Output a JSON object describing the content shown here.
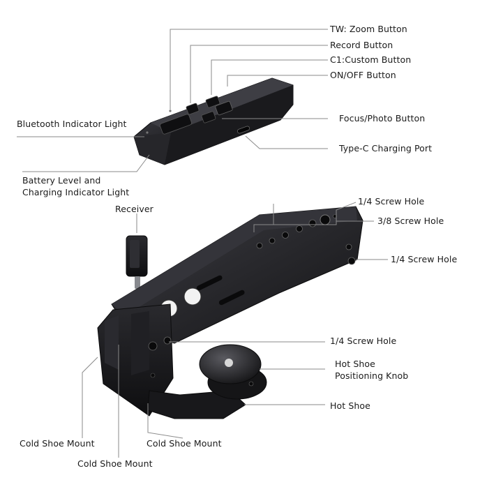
{
  "labels": {
    "tw_zoom": "TW: Zoom Button",
    "record": "Record Button",
    "c1_custom": "C1:Custom Button",
    "on_off": "ON/OFF Button",
    "bluetooth_light": "Bluetooth Indicator Light",
    "focus_photo": "Focus/Photo Button",
    "type_c": "Type-C Charging Port",
    "battery_line1": "Battery Level and",
    "battery_line2": "Charging Indicator Light",
    "receiver": "Receiver",
    "screw_quarter_top": "1/4 Screw Hole",
    "screw_three_eighths": "3/8 Screw Hole",
    "screw_quarter_side": "1/4 Screw Hole",
    "screw_quarter_lower": "1/4 Screw Hole",
    "hot_shoe_knob_line1": "Hot Shoe",
    "hot_shoe_knob_line2": "Positioning Knob",
    "hot_shoe": "Hot Shoe",
    "cold_shoe_left": "Cold Shoe Mount",
    "cold_shoe_right": "Cold Shoe Mount",
    "cold_shoe_bottom": "Cold Shoe Mount"
  },
  "colors": {
    "body": "#1b1b1d",
    "body_light": "#3a3a3e",
    "body_edge": "#5a5a60",
    "leader": "#8a8a8a",
    "text": "#1a1a1a"
  }
}
